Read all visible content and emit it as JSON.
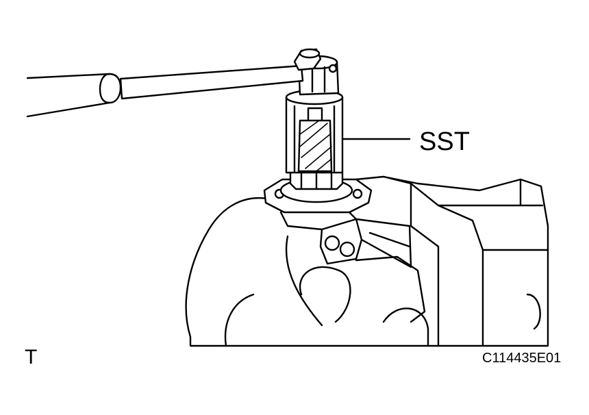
{
  "labels": {
    "tool": "SST",
    "view": "T",
    "figure_code": "C114435E01"
  },
  "colors": {
    "line": "#000000",
    "background": "#ffffff"
  }
}
